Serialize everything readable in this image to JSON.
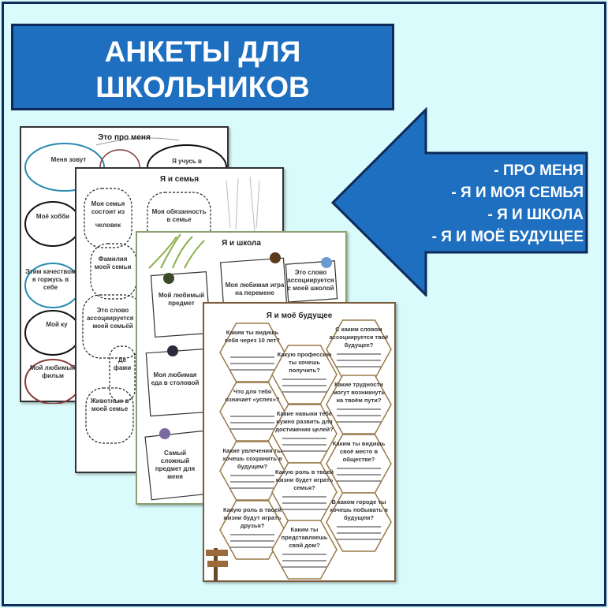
{
  "banner": {
    "line1": "АНКЕТЫ ДЛЯ",
    "line2": "ШКОЛЬНИКОВ"
  },
  "arrow": {
    "items": [
      "- ПРО МЕНЯ",
      "- Я И МОЯ СЕМЬЯ",
      "- Я И ШКОЛА",
      "- Я И МОЁ БУДУЩЕЕ"
    ]
  },
  "colors": {
    "banner": "#1f6fc0",
    "background": "#dafbfb",
    "border": "#0d2a5a"
  },
  "page1": {
    "title": "Это про меня",
    "items": [
      "Меня зовут",
      "Я учусь в",
      "Моё хобби",
      "Этим качеством я горжусь в себе",
      "Мой ку",
      "Мой любимый фильм"
    ]
  },
  "page2": {
    "title": "Я и семья",
    "items": [
      "Моя семья состоит из",
      "человек",
      "Моя обязанность в семье",
      "Фамилия моей семьи",
      "Это слово ассоциируется с моей семьёй",
      "Де фами",
      "Животные в моей семье"
    ]
  },
  "page3": {
    "title": "Я и школа",
    "items": [
      "Мой любимый предмет",
      "Моя любимая игра на перемене",
      "Это слово ассоциируется с моей школой",
      "Моя любимая еда в столовой",
      "Самый сложный предмет для меня"
    ]
  },
  "page4": {
    "title": "Я и моё будущее",
    "items": [
      "Каким ты видишь себя через 10 лет?",
      "Какую профессию ты хочешь получить?",
      "С каким словом ассоциируется твоё будущее?",
      "Что для тебя означает «успех»?",
      "Какие навыки тебе нужно развить для достижения целей?",
      "Какие трудности могут возникнуть на твоём пути?",
      "Какие увлечения ты хочешь сохранить в будущем?",
      "Какую роль в твоей жизни будет играть семья?",
      "Каким ты видишь своё место в обществе?",
      "Какую роль в твоей жизни будут играть друзья?",
      "Каким ты представляешь свой дом?",
      "В каком городе ты хочешь побывать в будущем?"
    ]
  }
}
